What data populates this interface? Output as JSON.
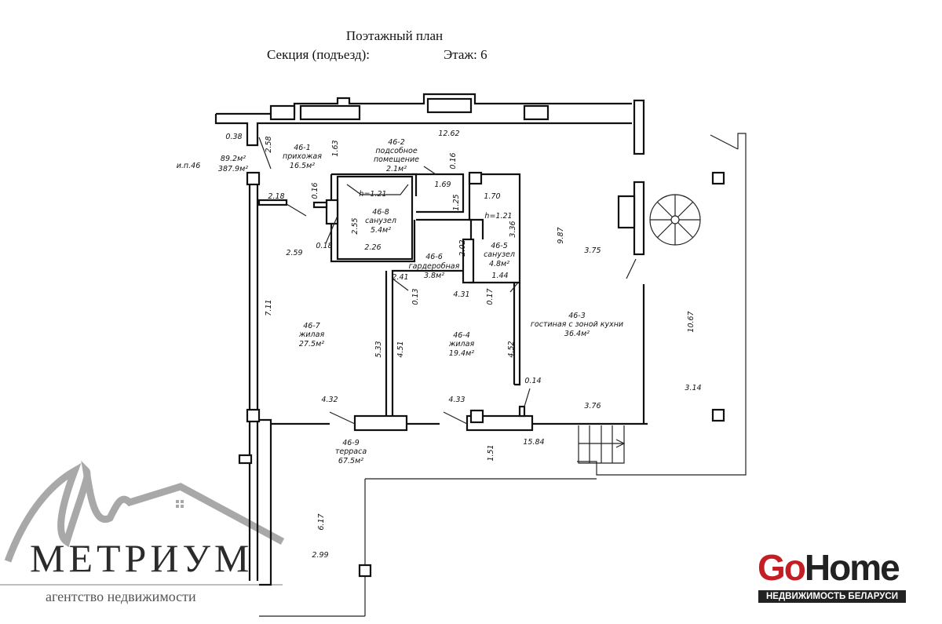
{
  "header": {
    "title": "Поэтажный план",
    "section": "Секция (подъезд):",
    "floor": "Этаж: 6"
  },
  "rooms": [
    {
      "id": "46-1",
      "name": "прихожая",
      "area": "16.5м²"
    },
    {
      "id": "46-2",
      "name": "подсобное помещение",
      "area": "2.1м²"
    },
    {
      "id": "46-3",
      "name": "гостиная с зоной кухни",
      "area": "36.4м²"
    },
    {
      "id": "46-4",
      "name": "жилая",
      "area": "19.4м²"
    },
    {
      "id": "46-5",
      "name": "санузел",
      "area": "4.8м²"
    },
    {
      "id": "46-6",
      "name": "гардеробная",
      "area": "3.8м²"
    },
    {
      "id": "46-7",
      "name": "жилая",
      "area": "27.5м²"
    },
    {
      "id": "46-8",
      "name": "санузел",
      "area": "5.4м²"
    },
    {
      "id": "46-9",
      "name": "терраса",
      "area": "67.5м²"
    }
  ],
  "unit": {
    "label": "и.п.46",
    "area_living": "89.2м²",
    "area_total": "387.9м²"
  },
  "dimensions": [
    "0.38",
    "2.58",
    "1.63",
    "12.62",
    "0.16",
    "2.18",
    "0.16",
    "h=1.21",
    "1.69",
    "1.25",
    "1.70",
    "h=1.21",
    "3.36",
    "2.55",
    "0.18",
    "2.26",
    "2.59",
    "2.02",
    "2.41",
    "1.44",
    "0.13",
    "4.31",
    "0.17",
    "9.87",
    "3.75",
    "10.67",
    "7.11",
    "5.33",
    "4.51",
    "4.52",
    "0.14",
    "3.14",
    "4.32",
    "4.33",
    "3.76",
    "15.84",
    "1.51",
    "6.17",
    "2.99"
  ],
  "logos": {
    "metrium": "МЕТРИУМ",
    "metrium_sub": "агентство недвижимости",
    "gohome_go": "Go",
    "gohome_home": "Home",
    "gohome_sub": "НЕДВИЖИМОСТЬ БЕЛАРУСИ"
  },
  "colors": {
    "gohome_red": "#c41e25",
    "metrium_gray": "#9a9a9a"
  }
}
